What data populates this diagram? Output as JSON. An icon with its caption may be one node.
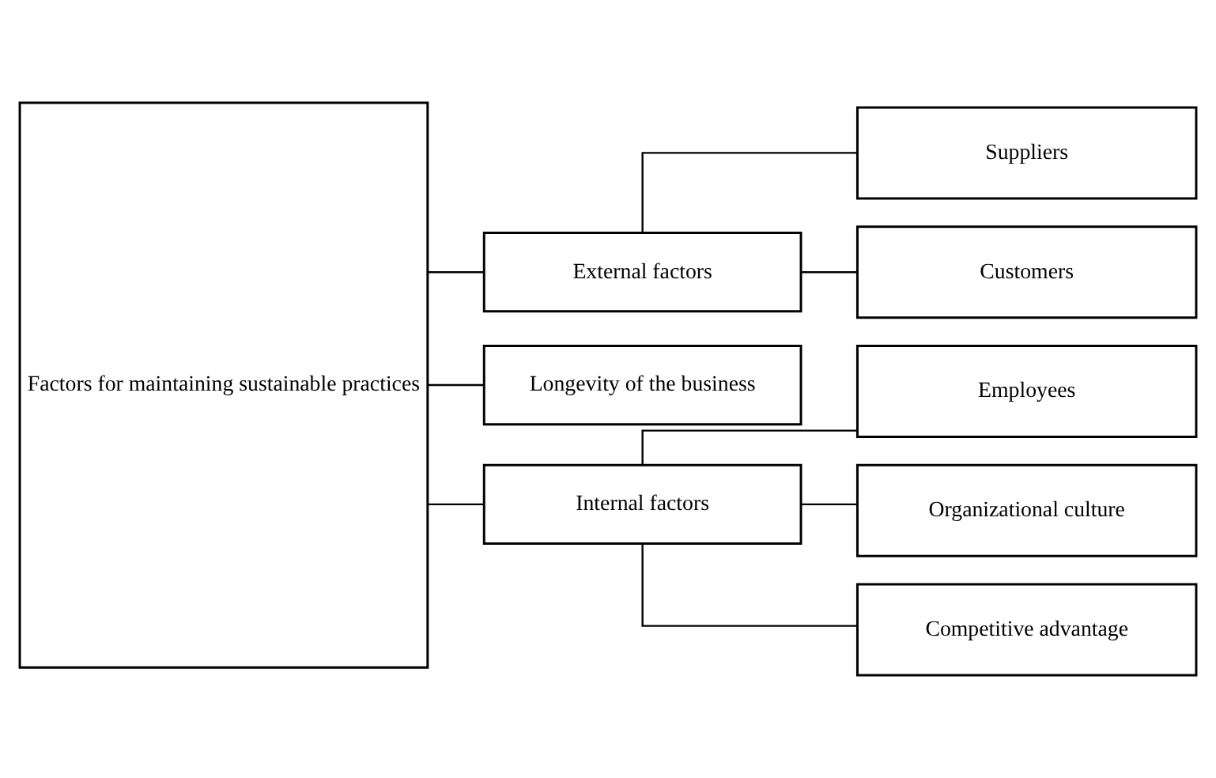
{
  "diagram": {
    "nodes": [
      {
        "text": [
          "Factors for maintaining sustainable practices"
        ]
      },
      {
        "text": [
          "External factors"
        ]
      },
      {
        "text": [
          "Longevity of the business"
        ]
      },
      {
        "text": [
          "Internal factors"
        ]
      },
      {
        "text": [
          "Suppliers"
        ]
      },
      {
        "text": [
          "Customers"
        ]
      },
      {
        "text": [
          "Employees"
        ]
      },
      {
        "text": [
          "Organizational culture"
        ]
      },
      {
        "text": [
          "Competitive advantage"
        ]
      }
    ],
    "edges": [
      {
        "from": 0,
        "to": 1,
        "arrow": "none"
      },
      {
        "from": 0,
        "to": 2,
        "arrow": "none"
      },
      {
        "from": 0,
        "to": 3,
        "arrow": "none"
      },
      {
        "from": 1,
        "to": 4,
        "arrow": "none"
      },
      {
        "from": 1,
        "to": 5,
        "arrow": "none"
      },
      {
        "from": 3,
        "to": 6,
        "arrow": "none"
      },
      {
        "from": 3,
        "to": 7,
        "arrow": "none"
      },
      {
        "from": 3,
        "to": 8,
        "arrow": "none"
      }
    ]
  }
}
